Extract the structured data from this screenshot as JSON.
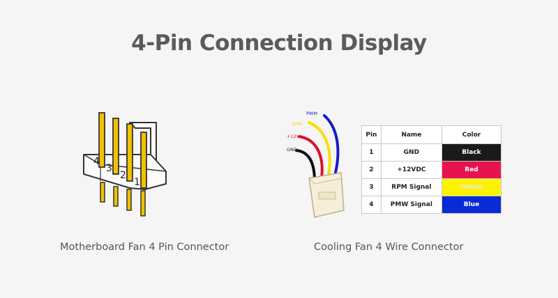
{
  "title": "4-Pin Connection Display",
  "left_caption": "Motherboard Fan 4 Pin Connector",
  "right_caption": "Cooling Fan 4 Wire Connector",
  "header_pins": [
    "4",
    "3",
    "2",
    "1"
  ],
  "wire_labels": {
    "pwm": "PWM",
    "rpm": "RPM",
    "v12": "+12V",
    "gnd": "GND"
  },
  "table": {
    "headers": [
      "Pin",
      "Name",
      "Color"
    ],
    "rows": [
      {
        "pin": "1",
        "name": "GND",
        "color_name": "Black",
        "swatch": "#1a1a1a",
        "text": "#ffffff"
      },
      {
        "pin": "2",
        "name": "+12VDC",
        "color_name": "Red",
        "swatch": "#e8124e",
        "text": "#ffffff"
      },
      {
        "pin": "3",
        "name": "RPM Signal",
        "color_name": "Yellow",
        "swatch": "#fff200",
        "text": "#e8e8e8"
      },
      {
        "pin": "4",
        "name": "PMW Signal",
        "color_name": "Blue",
        "swatch": "#0a2ad6",
        "text": "#ffffff"
      }
    ]
  },
  "colors": {
    "pin_gold": "#f2c200",
    "wire_black": "#111111",
    "wire_red": "#e0102a",
    "wire_yellow": "#f6e000",
    "wire_blue": "#1a1ac8"
  }
}
